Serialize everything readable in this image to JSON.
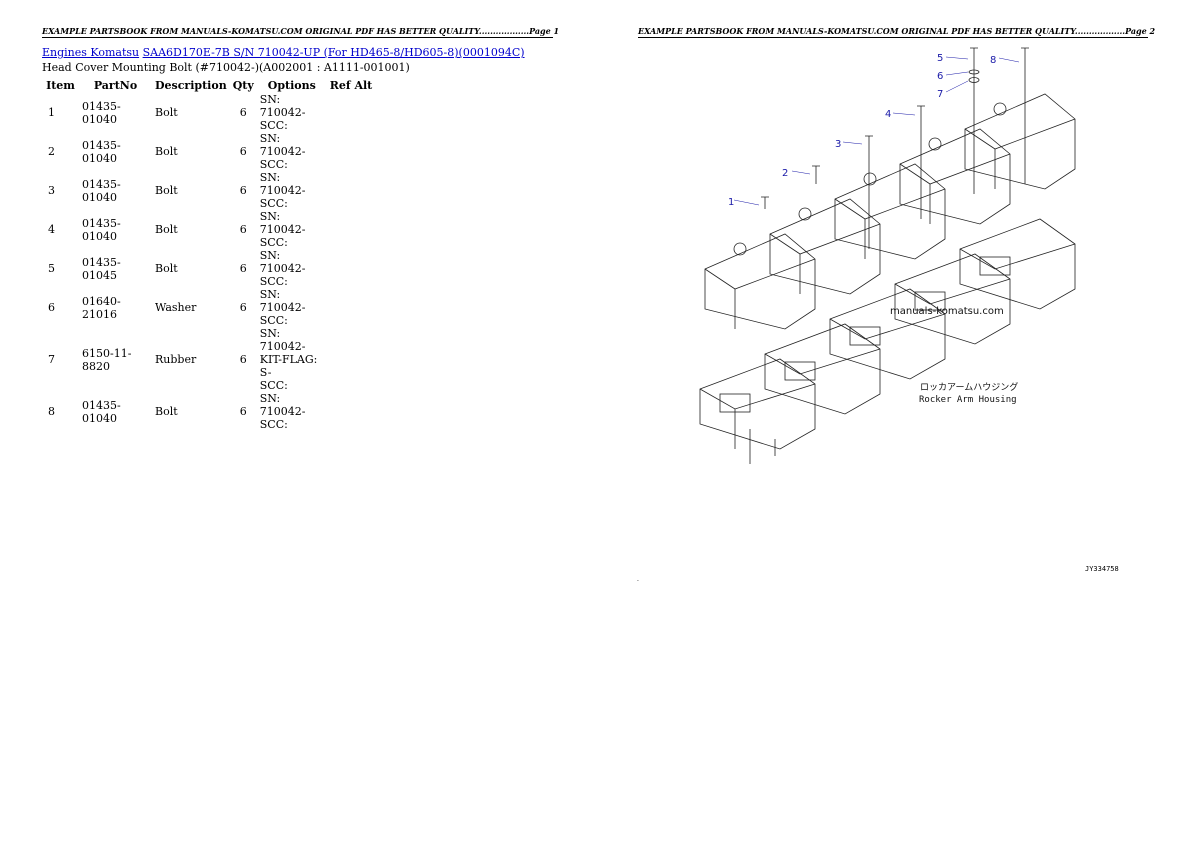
{
  "headers": {
    "page1": "EXAMPLE PARTSBOOK FROM MANUALS-KOMATSU.COM ORIGINAL PDF HAS BETTER QUALITY..................Page 1",
    "page2": "EXAMPLE PARTSBOOK FROM MANUALS-KOMATSU.COM ORIGINAL PDF HAS BETTER QUALITY..................Page 2"
  },
  "breadcrumb": {
    "link1": "Engines Komatsu",
    "link2": "SAA6D170E-7B S/N 710042-UP (For HD465-8/HD605-8)(0001094C)"
  },
  "subtitle": "Head Cover Mounting Bolt (#710042-)(A002001 : A1111-001001)",
  "table": {
    "columns": [
      "Item",
      "PartNo",
      "Description",
      "Qty",
      "Options",
      "Ref Alt"
    ],
    "rows": [
      {
        "item": "1",
        "partno": "01435-01040",
        "desc": "Bolt",
        "qty": "6",
        "opt1": "SN: 710042-",
        "opt2": "SCC:",
        "opt3": "",
        "ref": ""
      },
      {
        "item": "2",
        "partno": "01435-01040",
        "desc": "Bolt",
        "qty": "6",
        "opt1": "SN: 710042-",
        "opt2": "SCC:",
        "opt3": "",
        "ref": ""
      },
      {
        "item": "3",
        "partno": "01435-01040",
        "desc": "Bolt",
        "qty": "6",
        "opt1": "SN: 710042-",
        "opt2": "SCC:",
        "opt3": "",
        "ref": ""
      },
      {
        "item": "4",
        "partno": "01435-01040",
        "desc": "Bolt",
        "qty": "6",
        "opt1": "SN: 710042-",
        "opt2": "SCC:",
        "opt3": "",
        "ref": ""
      },
      {
        "item": "5",
        "partno": "01435-01045",
        "desc": "Bolt",
        "qty": "6",
        "opt1": "SN: 710042-",
        "opt2": "SCC:",
        "opt3": "",
        "ref": ""
      },
      {
        "item": "6",
        "partno": "01640-21016",
        "desc": "Washer",
        "qty": "6",
        "opt1": "SN: 710042-",
        "opt2": "SCC:",
        "opt3": "",
        "ref": ""
      },
      {
        "item": "7",
        "partno": "6150-11-8820",
        "desc": "Rubber",
        "qty": "6",
        "opt1": "SN: 710042-",
        "opt2": "KIT-FLAG: S-",
        "opt3": "SCC:",
        "ref": ""
      },
      {
        "item": "8",
        "partno": "01435-01040",
        "desc": "Bolt",
        "qty": "6",
        "opt1": "SN: 710042-",
        "opt2": "SCC:",
        "opt3": "",
        "ref": ""
      }
    ]
  },
  "diagram": {
    "callouts": [
      "1",
      "2",
      "3",
      "4",
      "5",
      "6",
      "7",
      "8"
    ],
    "watermark": "manuals-komatsu.com",
    "label_jp": "ロッカアームハウジング",
    "label_en": "Rocker Arm Housing",
    "code": "JY334758"
  },
  "footer_dot": "."
}
